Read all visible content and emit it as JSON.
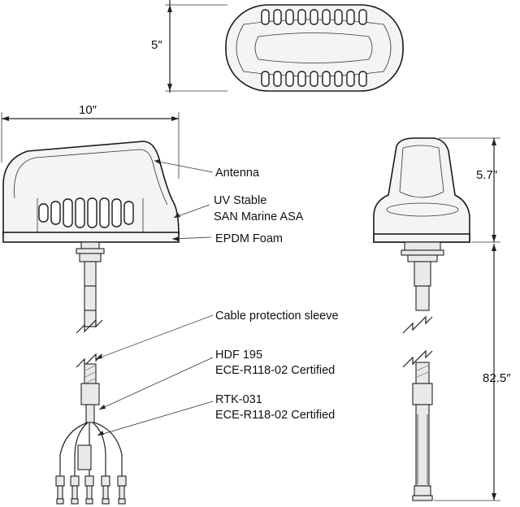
{
  "dimensions": {
    "width": "5″",
    "length": "10″",
    "height": "5.7″",
    "cable_length": "82.5″"
  },
  "callouts": {
    "antenna": "Antenna",
    "uv_line1": "UV Stable",
    "uv_line2": "SAN Marine ASA",
    "foam": "EPDM Foam",
    "sleeve": "Cable protection sleeve",
    "hdf_line1": "HDF 195",
    "hdf_line2": "ECE-R118-02 Certified",
    "rtk_line1": "RTK-031",
    "rtk_line2": "ECE-R118-02 Certified"
  }
}
